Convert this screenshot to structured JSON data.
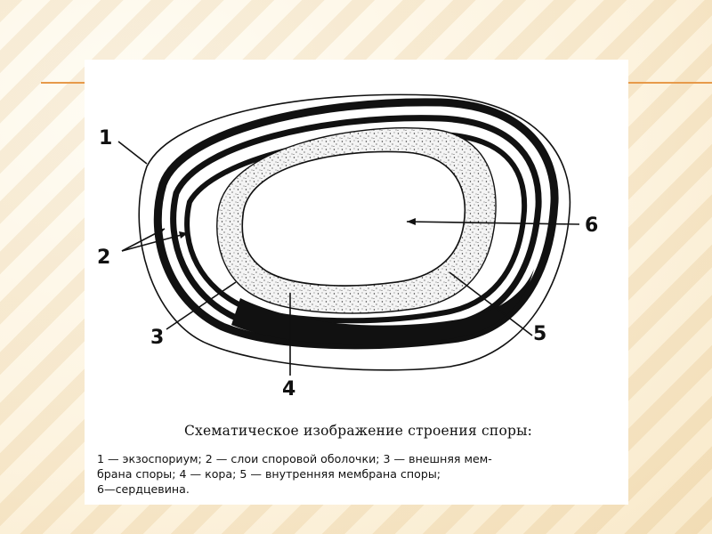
{
  "figure": {
    "labels": {
      "l1": "1",
      "l2": "2",
      "l3": "3",
      "l4": "4",
      "l5": "5",
      "l6": "6"
    },
    "caption_title": "Схематическое изображение строения споры:",
    "legend_line1": "1 — экзоспориум; 2 — слои споровой оболочки; 3 — внешняя мем-",
    "legend_line2": "брана споры;   4 — кора;   5 — внутренняя мембрана споры;",
    "legend_line3": "6—сердцевина."
  },
  "colors": {
    "accent_line": "#e79a4a",
    "ink": "#111111"
  }
}
